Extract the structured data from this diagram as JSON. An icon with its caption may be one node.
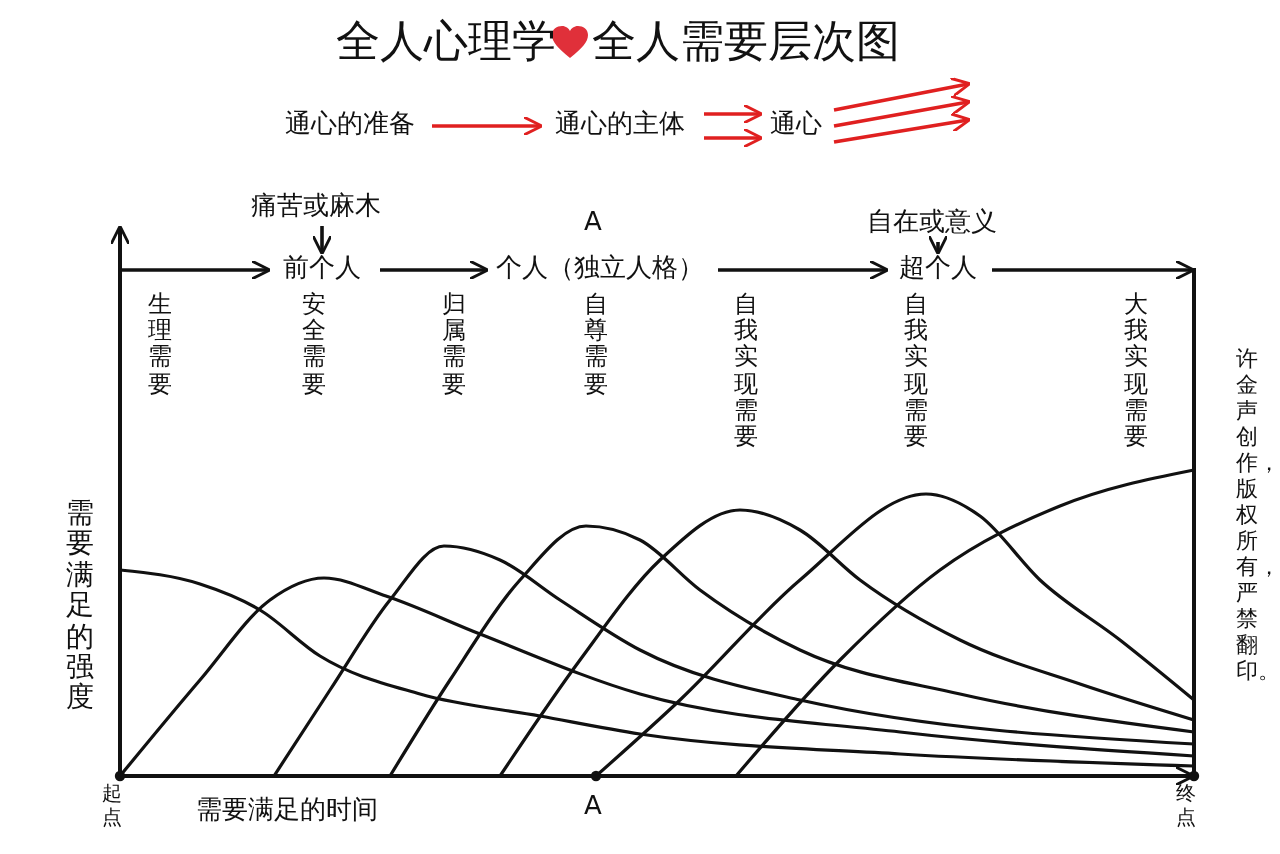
{
  "diagram": {
    "title": "全人心理学 全人需要层次图",
    "nodes": [
      {
        "text": [
          "通心的准备"
        ]
      },
      {
        "text": [
          "通心的主体"
        ]
      },
      {
        "text": [
          "通心"
        ]
      },
      {
        "text": [
          "痛苦或麻木"
        ]
      },
      {
        "text": [
          "自在或意义"
        ]
      },
      {
        "text": [
          "前个人"
        ]
      },
      {
        "text": [
          "个人（独立人格）"
        ]
      },
      {
        "text": [
          "超个人"
        ]
      }
    ],
    "edges": [
      {
        "from": 0,
        "to": 1,
        "arrow": "to",
        "color": "#e02020"
      },
      {
        "from": 1,
        "to": 2,
        "arrow": "to",
        "color": "#e02020"
      },
      {
        "from": 1,
        "to": 2,
        "arrow": "to",
        "color": "#e02020"
      },
      {
        "from": 2,
        "to": null,
        "arrow": "to",
        "color": "#e02020"
      },
      {
        "from": 2,
        "to": null,
        "arrow": "to",
        "color": "#e02020"
      },
      {
        "from": 2,
        "to": null,
        "arrow": "to",
        "color": "#e02020"
      },
      {
        "from": 3,
        "to": 5,
        "arrow": "to",
        "color": "#111111"
      },
      {
        "from": 4,
        "to": 7,
        "arrow": "to",
        "color": "#111111"
      },
      {
        "from": null,
        "to": 5,
        "arrow": "to",
        "color": "#111111"
      },
      {
        "from": 5,
        "to": 6,
        "arrow": "to",
        "color": "#111111"
      },
      {
        "from": 6,
        "to": 7,
        "arrow": "to",
        "color": "#111111"
      },
      {
        "from": 7,
        "to": null,
        "arrow": "to",
        "color": "#111111"
      }
    ],
    "labels": [
      "A",
      "生理需要",
      "安全需要",
      "归属需要",
      "自尊需要",
      "自我实现需要",
      "自我实现需要",
      "大我实现需要",
      "许金声创作，版权所有，严禁翻印。",
      "需要满足的强度",
      "起点",
      "需要满足的时间",
      "A",
      "终点"
    ]
  }
}
